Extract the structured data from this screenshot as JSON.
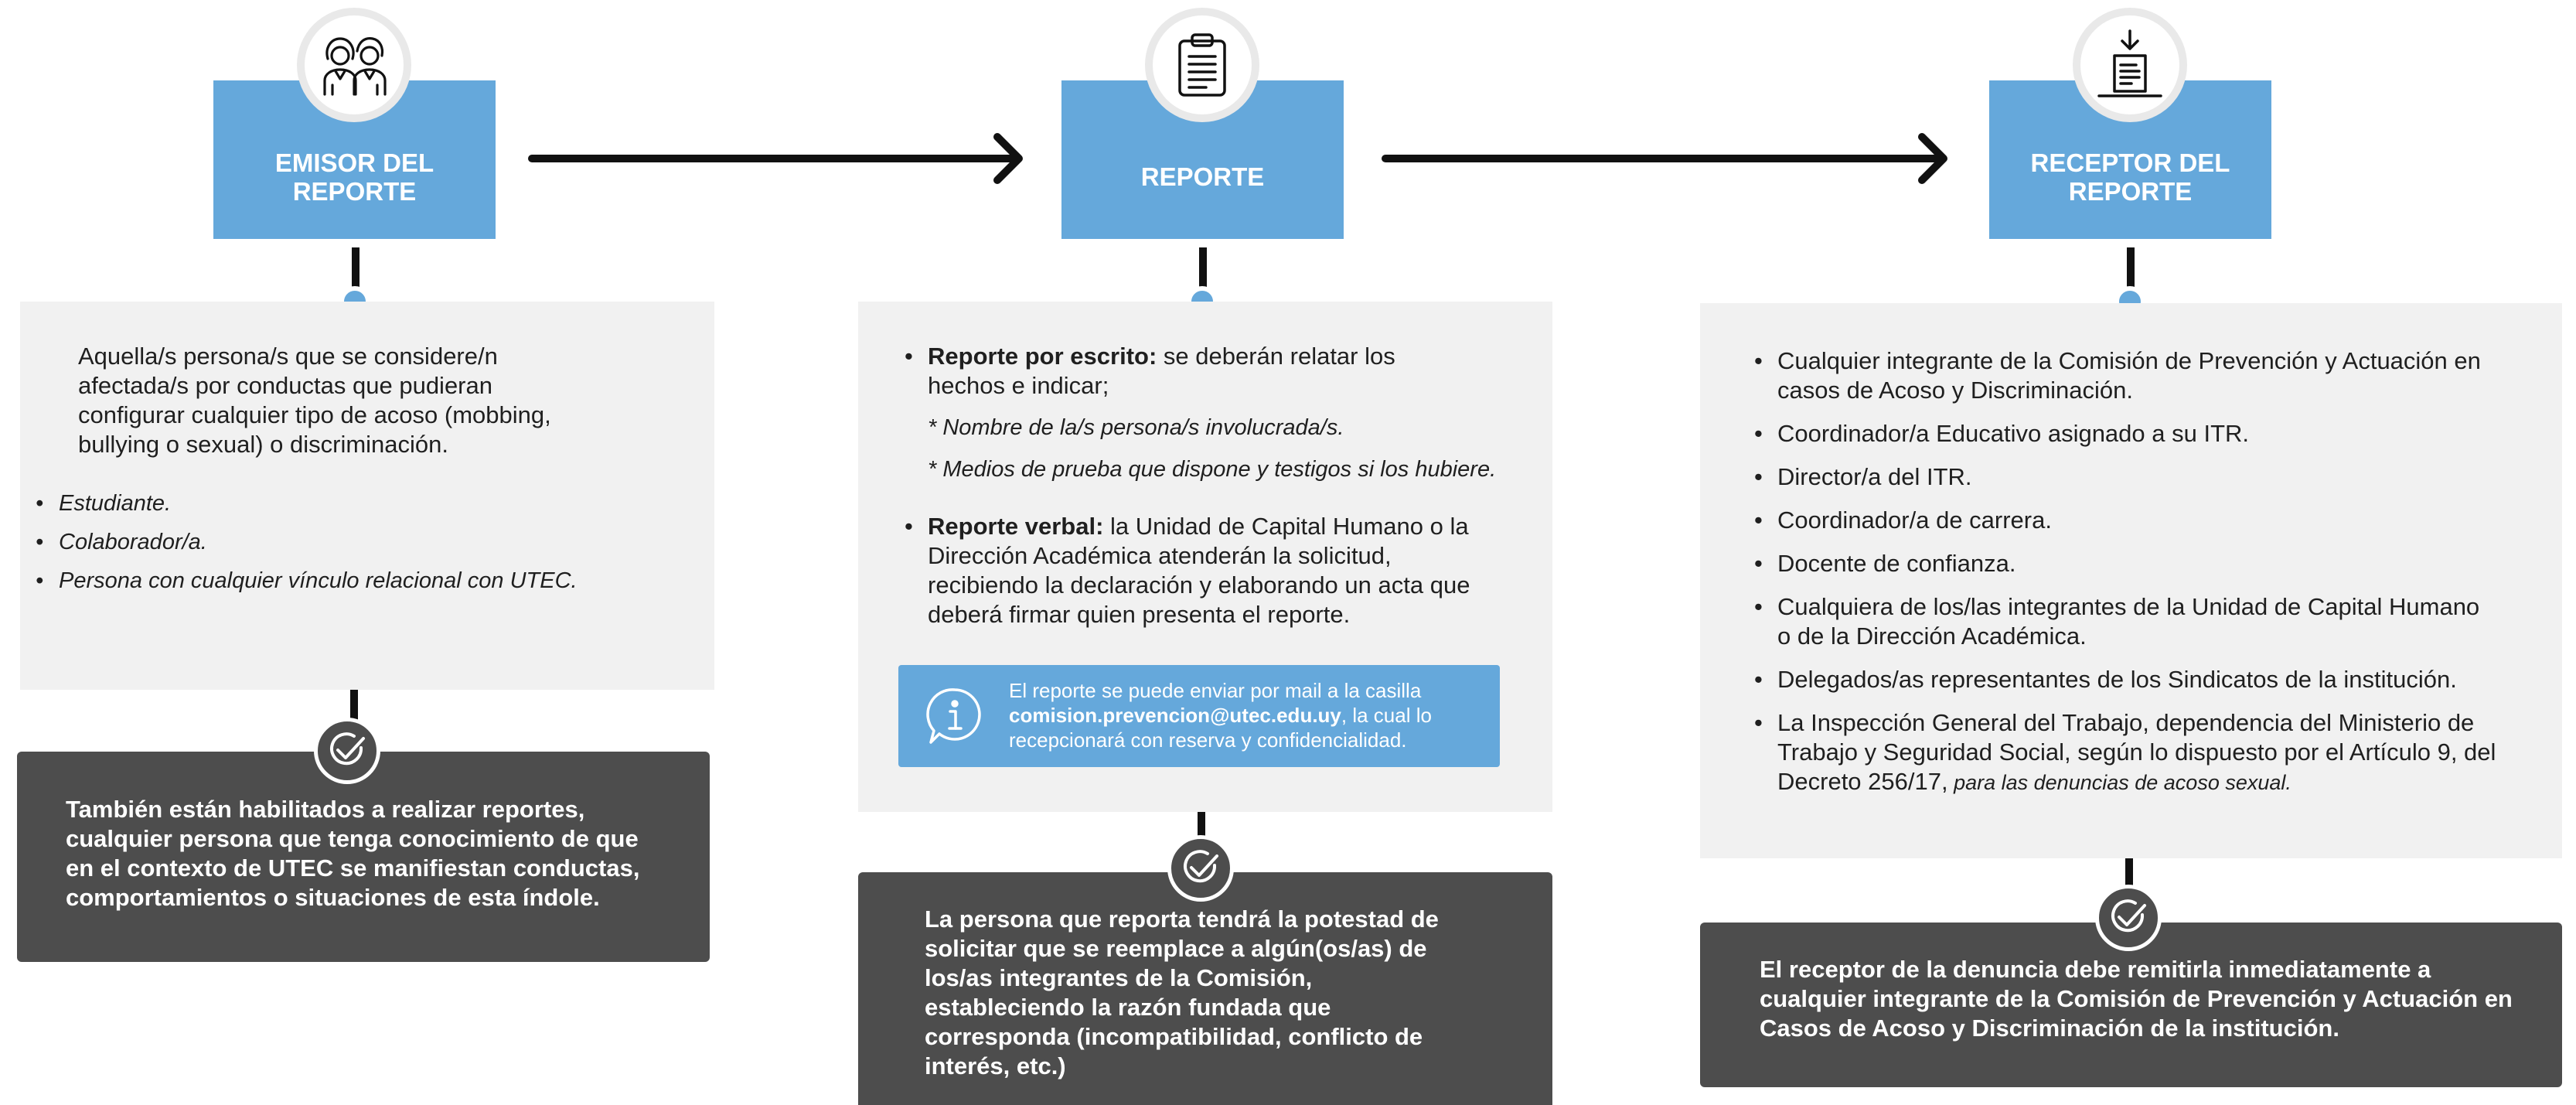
{
  "emisor": {
    "title_line1": "EMISOR DEL",
    "title_line2": "REPORTE",
    "icon": "two-people-icon",
    "description": "Aquella/s persona/s que se considere/n afectada/s por conductas que pudieran configurar cualquier tipo de acoso (mobbing, bullying o sexual) o discriminación.",
    "items": [
      "Estudiante.",
      "Colaborador/a.",
      "Persona con cualquier vínculo relacional con UTEC."
    ],
    "note": "También están habilitados a realizar reportes, cualquier persona que tenga conocimiento de que en el contexto de UTEC se manifiestan conductas, comportamientos o situaciones de esta índole."
  },
  "reporte": {
    "title": "REPORTE",
    "icon": "clipboard-icon",
    "written_label": "Reporte por escrito:",
    "written_text": " se deberán relatar los hechos e indicar;",
    "written_sub1": "* Nombre de la/s persona/s involucrada/s.",
    "written_sub2": "* Medios de prueba que dispone y testigos si los hubiere.",
    "verbal_label": "Reporte verbal:",
    "verbal_text": " la Unidad de Capital Humano o la Dirección Académica atenderán la solicitud, recibiendo la declaración y elaborando un acta que deberá firmar quien presenta el reporte.",
    "info_text1": "El reporte se puede enviar por mail a la casilla ",
    "info_email": "comision.prevencion@utec.edu.uy",
    "info_text2": ", la cual lo recepcionará con reserva y confidencialidad.",
    "note": "La persona que reporta tendrá la potestad de solicitar que se reemplace a algún(os/as) de los/as integrantes de la Comisión, estableciendo la razón fundada que corresponda (incompatibilidad, conflicto de interés, etc.)"
  },
  "receptor": {
    "title_line1": "RECEPTOR DEL",
    "title_line2": "REPORTE",
    "icon": "inbox-download-icon",
    "items": [
      "Cualquier integrante de la Comisión de Prevención y Actuación en casos de Acoso y Discriminación.",
      "Coordinador/a Educativo asignado a su ITR.",
      "Director/a del ITR.",
      "Coordinador/a de carrera.",
      "Docente de confianza.",
      "Cualquiera de los/las integrantes de la Unidad de Capital Humano o de la Dirección Académica.",
      "Delegados/as representantes de los Sindicatos de la institución."
    ],
    "last_item": "La Inspección General del Trabajo, dependencia del Ministerio de Trabajo y Seguridad Social, según lo dispuesto por el Artículo 9, del Decreto 256/17,",
    "last_item_italic": " para las denuncias de acoso sexual.",
    "note": "El receptor de la denuncia debe remitirla inmediatamente a cualquier integrante de la Comisión de Prevención y Actuación en Casos de Acoso y Discriminación de la institución."
  },
  "colors": {
    "accent": "#65a8db",
    "panel": "#f1f1f1",
    "note": "#4d4d4d",
    "line": "#111111"
  }
}
